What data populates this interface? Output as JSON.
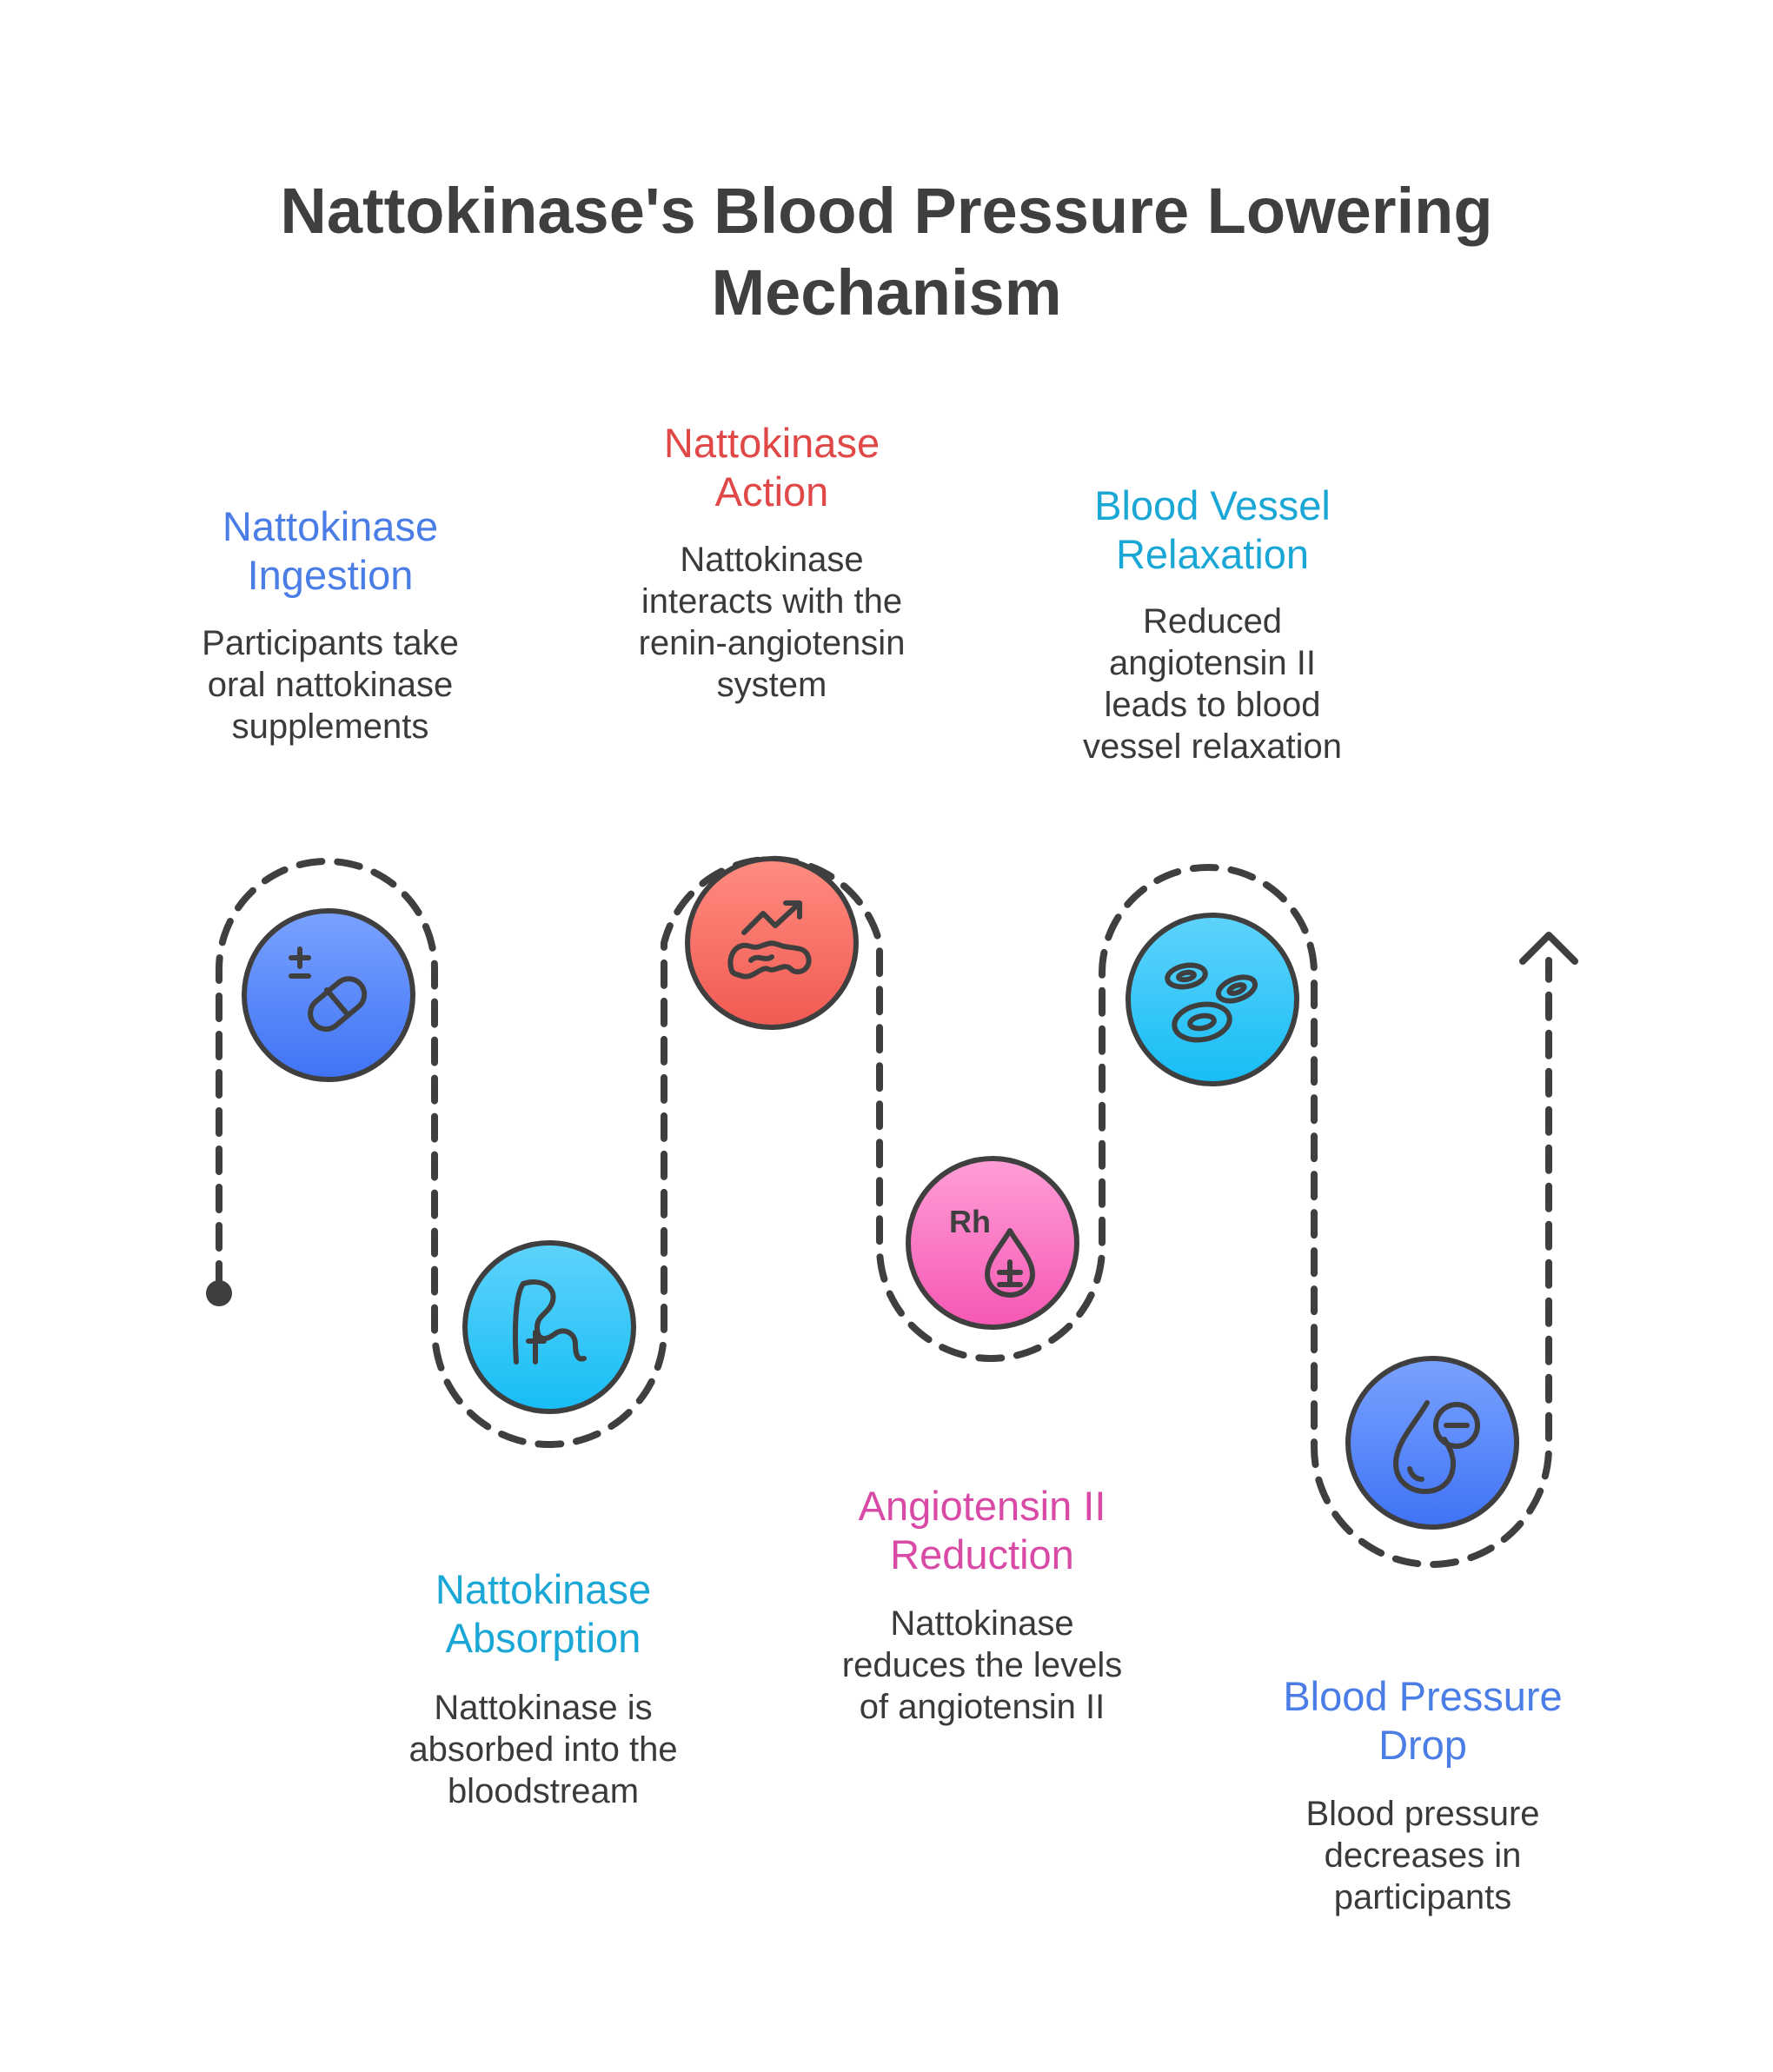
{
  "title": {
    "line1": "Nattokinase's Blood Pressure Lowering",
    "line2": "Mechanism"
  },
  "steps": [
    {
      "title_lines": [
        "Nattokinase",
        "Ingestion"
      ],
      "desc_lines": [
        "Participants take",
        "oral nattokinase",
        "supplements"
      ],
      "color": "#4a7de6",
      "gradient": [
        "#7aa2ff",
        "#3f73f5"
      ],
      "icon": "pill-icon"
    },
    {
      "title_lines": [
        "Nattokinase",
        "Absorption"
      ],
      "desc_lines": [
        "Nattokinase is",
        "absorbed into the",
        "bloodstream"
      ],
      "color": "#1aa7d6",
      "gradient": [
        "#5fd3fb",
        "#16bdf5"
      ],
      "icon": "intestine-icon"
    },
    {
      "title_lines": [
        "Nattokinase",
        "Action"
      ],
      "desc_lines": [
        "Nattokinase",
        "interacts with the",
        "renin-angiotensin",
        "system"
      ],
      "color": "#e04848",
      "gradient": [
        "#ff8c80",
        "#f05a52"
      ],
      "icon": "growth-organ-icon"
    },
    {
      "title_lines": [
        "Angiotensin II",
        "Reduction"
      ],
      "desc_lines": [
        "Nattokinase",
        "reduces the levels",
        "of angiotensin II"
      ],
      "color": "#d94aa6",
      "gradient": [
        "#ff9ed6",
        "#f557b3"
      ],
      "icon": "rh-blood-drop-icon"
    },
    {
      "title_lines": [
        "Blood Vessel",
        "Relaxation"
      ],
      "desc_lines": [
        "Reduced",
        "angiotensin II",
        "leads to blood",
        "vessel relaxation"
      ],
      "color": "#1aa7d6",
      "gradient": [
        "#5fd3fb",
        "#16bdf5"
      ],
      "icon": "blood-cells-icon"
    },
    {
      "title_lines": [
        "Blood Pressure",
        "Drop"
      ],
      "desc_lines": [
        "Blood pressure",
        "decreases in",
        "participants"
      ],
      "color": "#4a7de6",
      "gradient": [
        "#7aa2ff",
        "#3f73f5"
      ],
      "icon": "drop-minus-icon"
    }
  ]
}
